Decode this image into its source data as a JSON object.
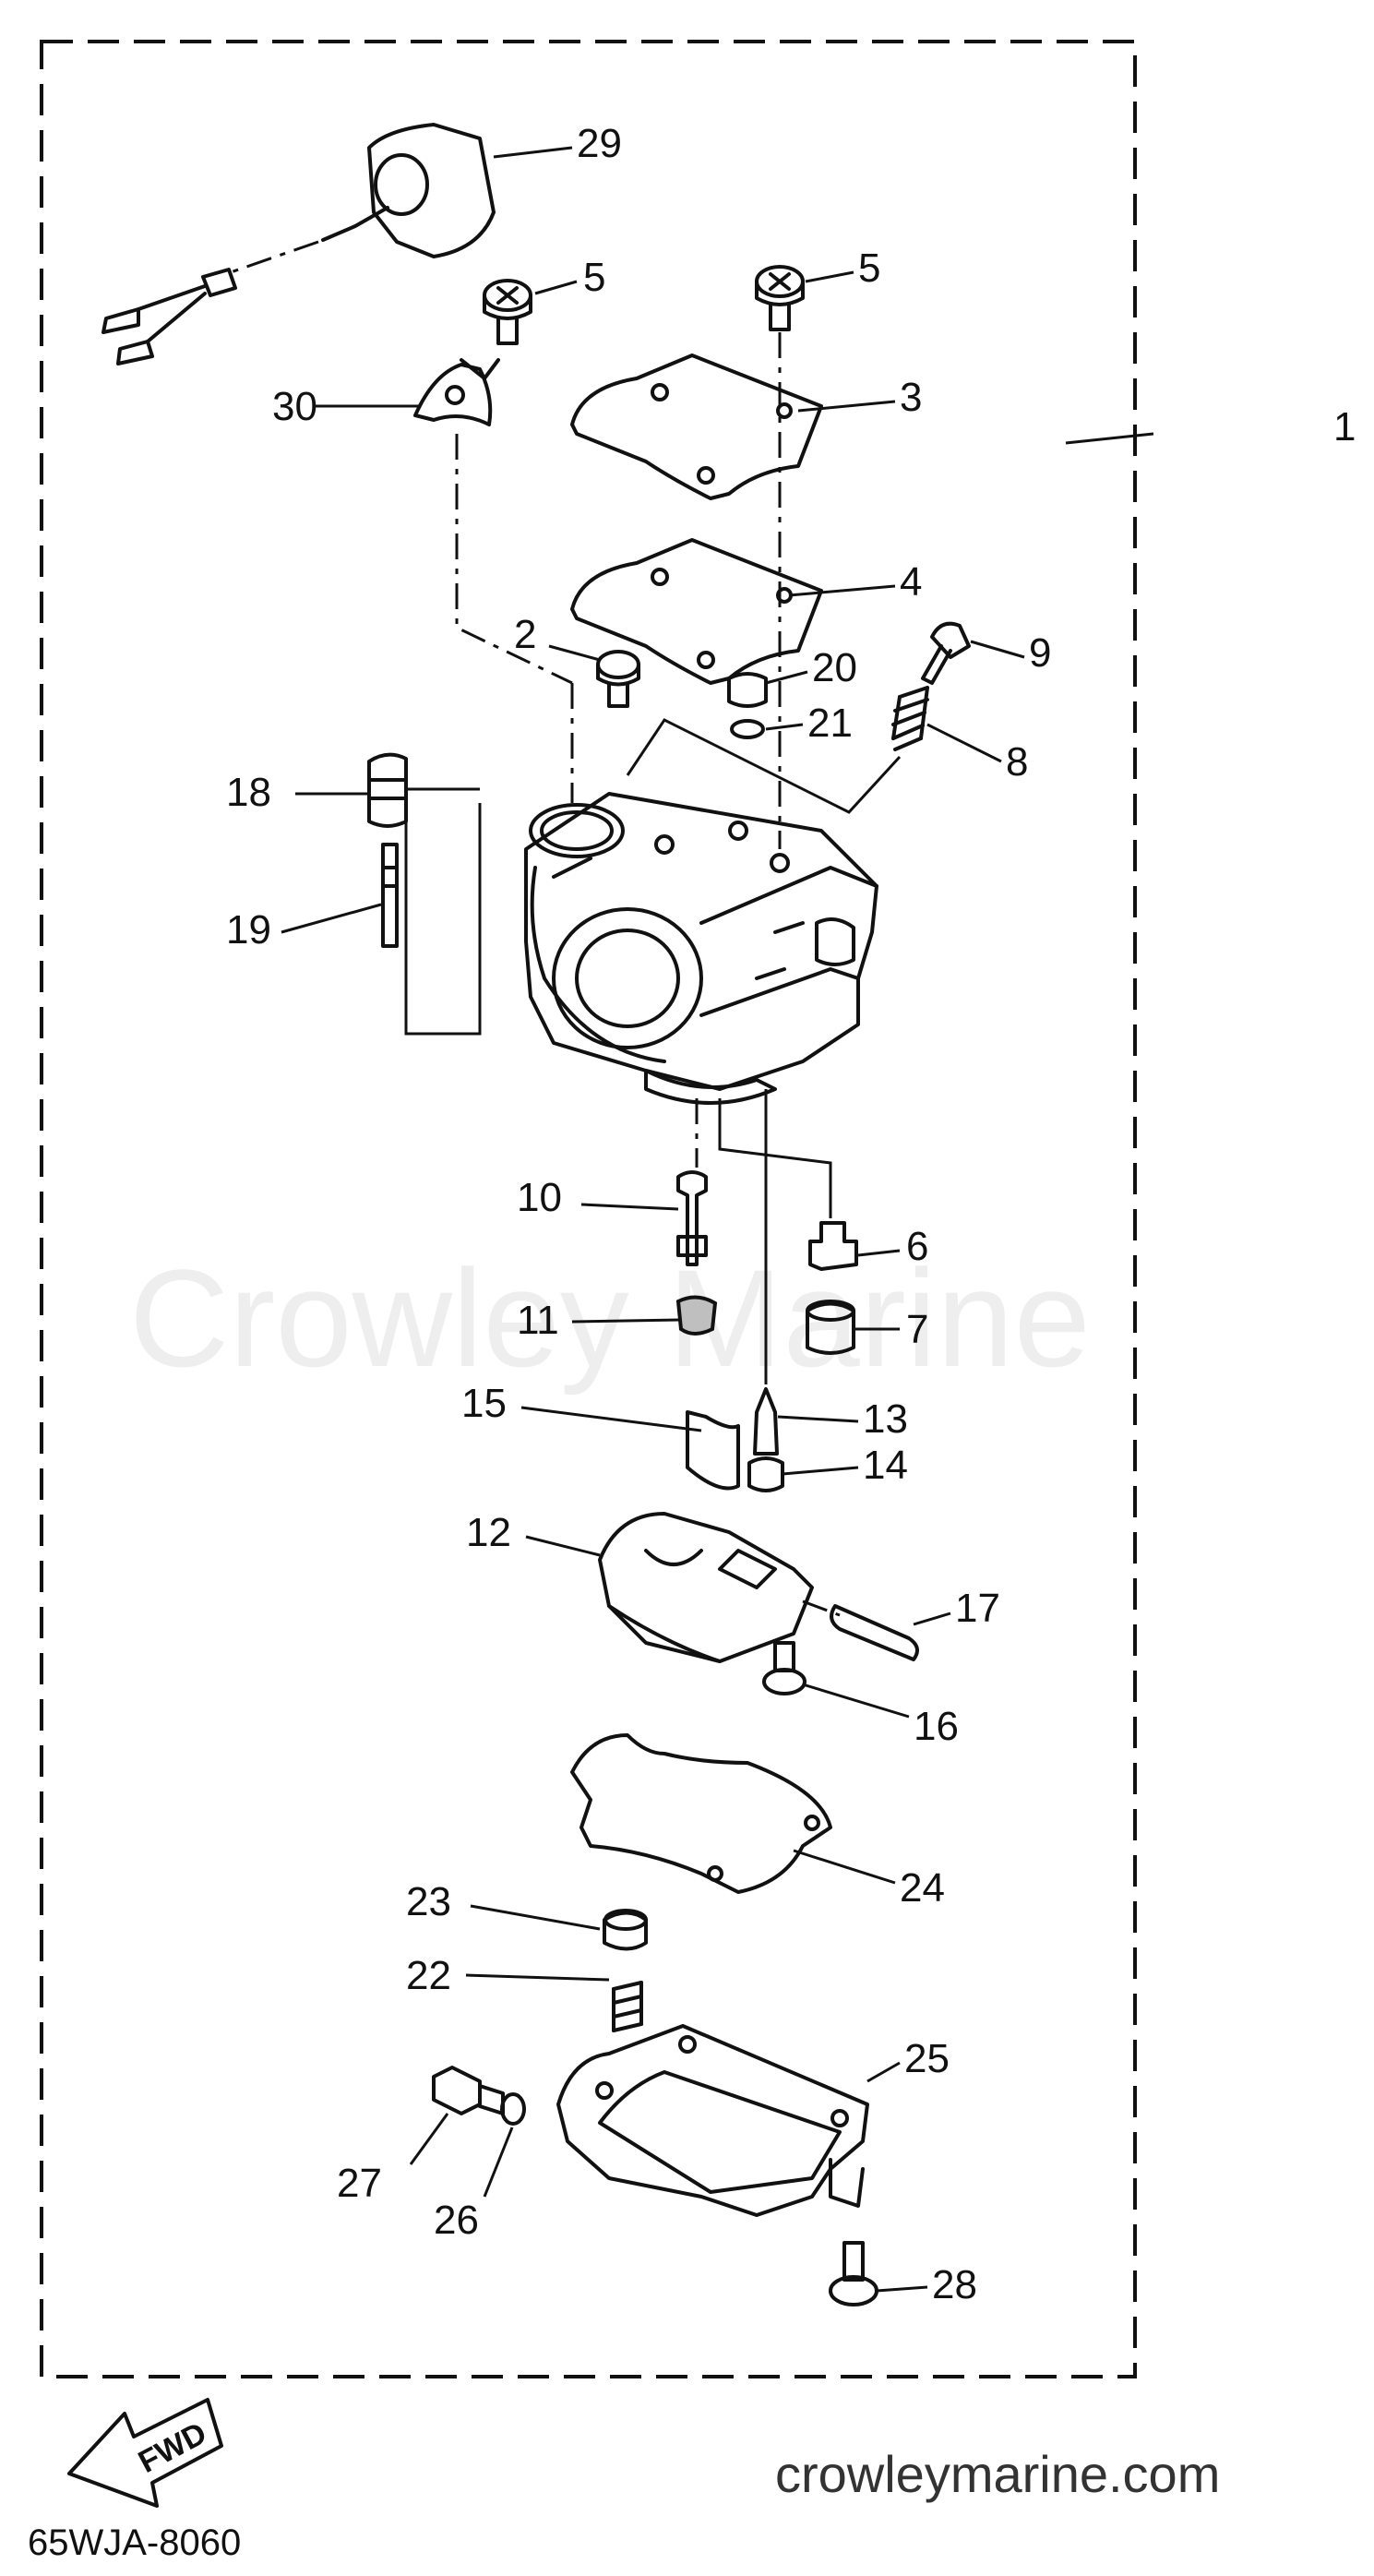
{
  "diagram": {
    "drawing_number": "65WJA-8060",
    "watermark": "Crowley Marine",
    "website": "crowleymarine.com",
    "direction_label": "FWD",
    "callouts": [
      "1",
      "2",
      "3",
      "4",
      "5",
      "5",
      "6",
      "7",
      "8",
      "9",
      "10",
      "11",
      "12",
      "13",
      "14",
      "15",
      "16",
      "17",
      "18",
      "19",
      "20",
      "21",
      "22",
      "23",
      "24",
      "25",
      "26",
      "27",
      "28",
      "29",
      "30"
    ]
  },
  "colors": {
    "ink": "#111111",
    "watermark": "#eeeeee",
    "shade": "#bfbfbf"
  }
}
